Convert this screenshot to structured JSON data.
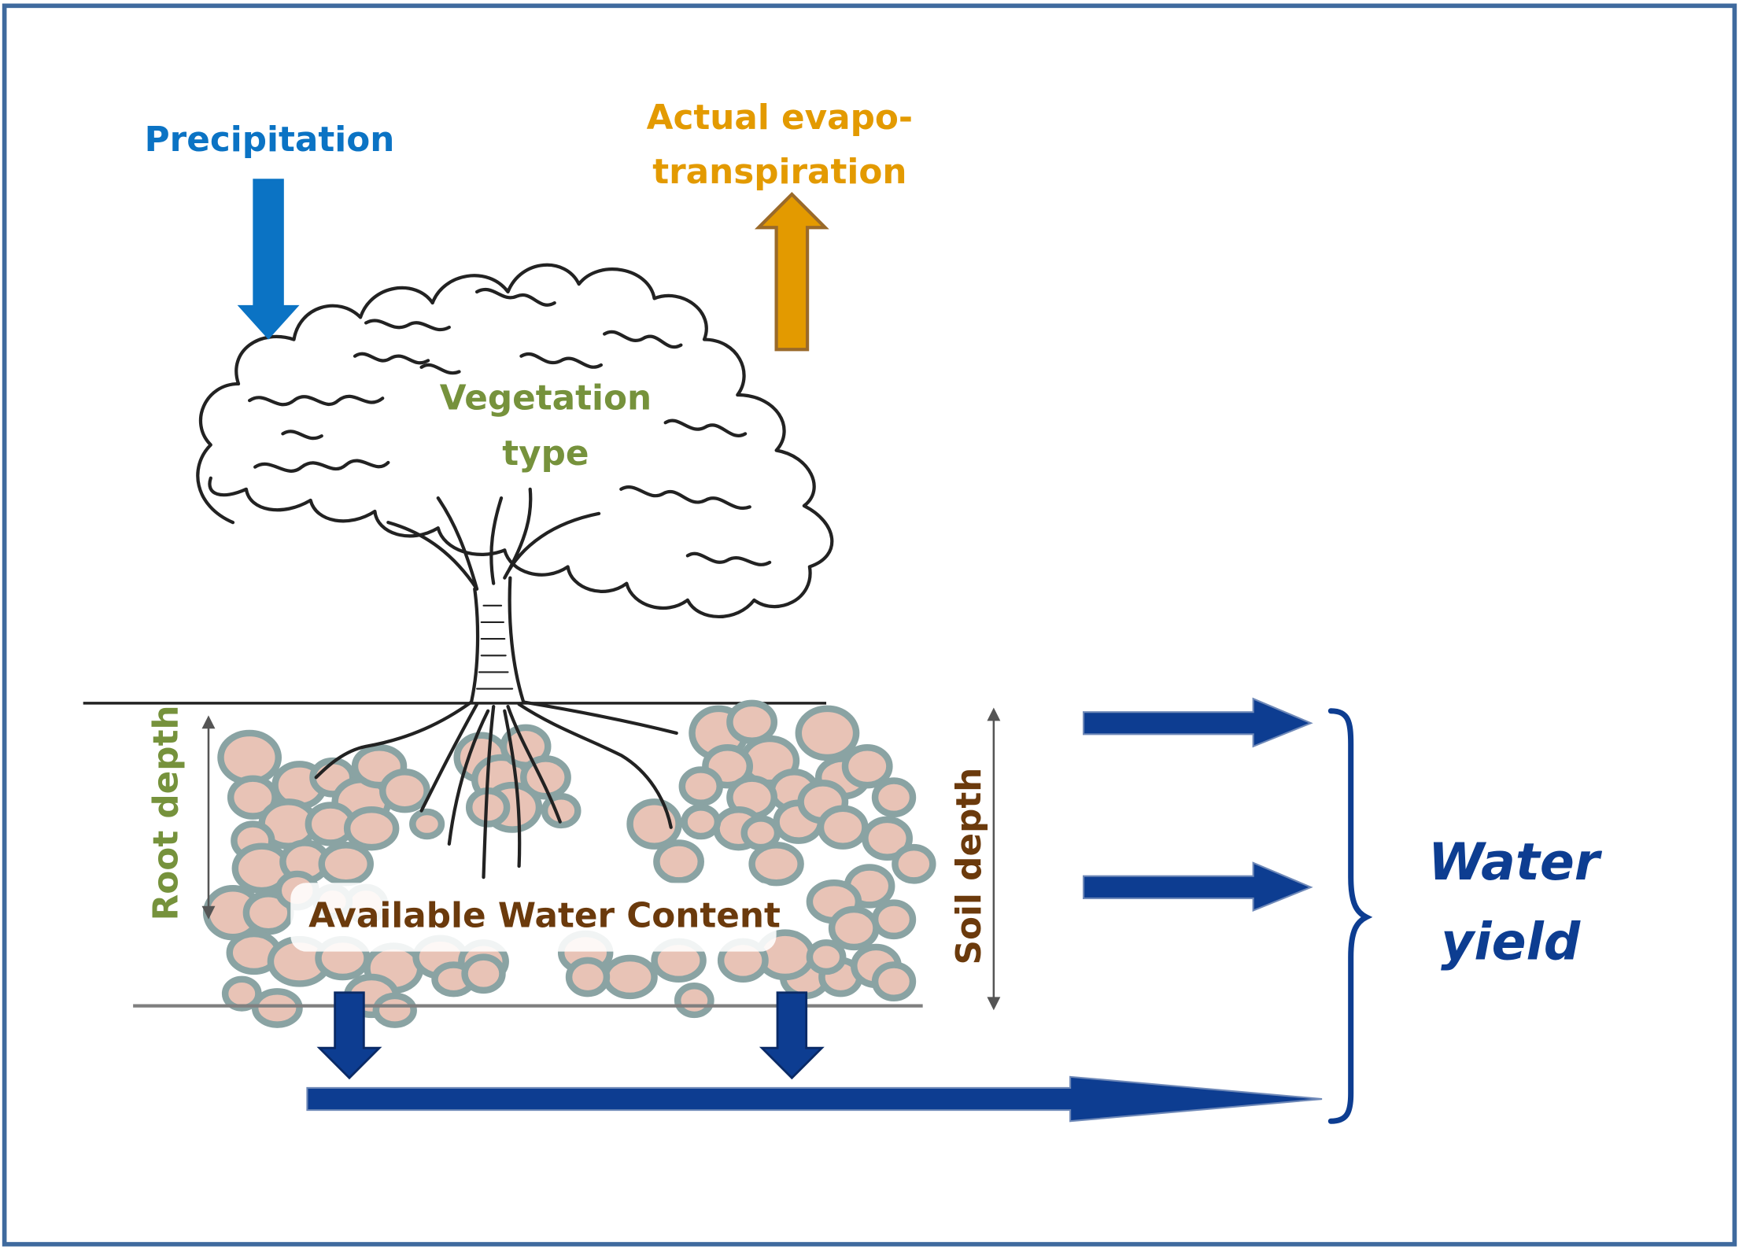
{
  "labels": {
    "precipitation": "Precipitation",
    "aet_line1": "Actual evapo-",
    "aet_line2": "transpiration",
    "vegetation_line1": "Vegetation",
    "vegetation_line2": "type",
    "root_depth": "Root depth",
    "soil_depth": "Soil depth",
    "awc": "Available Water Content",
    "water_yield_line1": "Water",
    "water_yield_line2": "yield"
  },
  "colors": {
    "frame": "#3f6a9e",
    "precipitation": "#0b73c4",
    "aet_fill": "#e39a00",
    "aet_stroke": "#9a6a2a",
    "vegetation": "#76923c",
    "root_depth": "#76923c",
    "soil_depth": "#6b3a0c",
    "awc": "#6b3a0c",
    "flow_arrow": "#0d3d91",
    "water_yield": "#0d3d91",
    "soil_particle_fill": "#e8c3b6",
    "soil_particle_stroke": "#8aa3a3"
  },
  "icons": {
    "tree": "tree-with-roots-illustration",
    "soil": "soil-particles-illustration"
  }
}
